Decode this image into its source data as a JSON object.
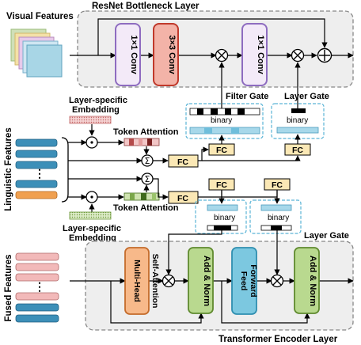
{
  "titles": {
    "resnet": "ResNet Bottleneck Layer",
    "transformer": "Transformer Encoder Layer"
  },
  "side_labels": {
    "visual": "Visual Features",
    "linguistic": "Linguistic Features",
    "fused": "Fused Features"
  },
  "blocks": {
    "conv1": "1×1 Conv",
    "conv3": "3×3 Conv",
    "conv1b": "1×1 Conv",
    "mhsa_line1": "Multi-Head",
    "mhsa_line2": "Self-Attention",
    "addnorm": "Add & Norm",
    "ff_line1": "Feed",
    "ff_line2": "Forward",
    "fc": "FC"
  },
  "gates": {
    "filter_gate": "Filter Gate",
    "layer_gate": "Layer Gate",
    "binary": "binary"
  },
  "embedding": {
    "line1": "Layer-specific",
    "line2": "Embedding",
    "token_attention": "Token Attention"
  },
  "ellipsis": "⋮",
  "colors": {
    "conv_purple": "#8e6cc0",
    "conv_red": "#d9534f",
    "mhsa_orange": "#f4a56a",
    "addnorm_green": "#8fbf5a",
    "ff_blue": "#5bb8d6",
    "feature_blue": "#3c8fb8",
    "feature_orange": "#f0a050",
    "feature_pink": "#e8a6a6",
    "panel_gray": "#eeeeee"
  }
}
